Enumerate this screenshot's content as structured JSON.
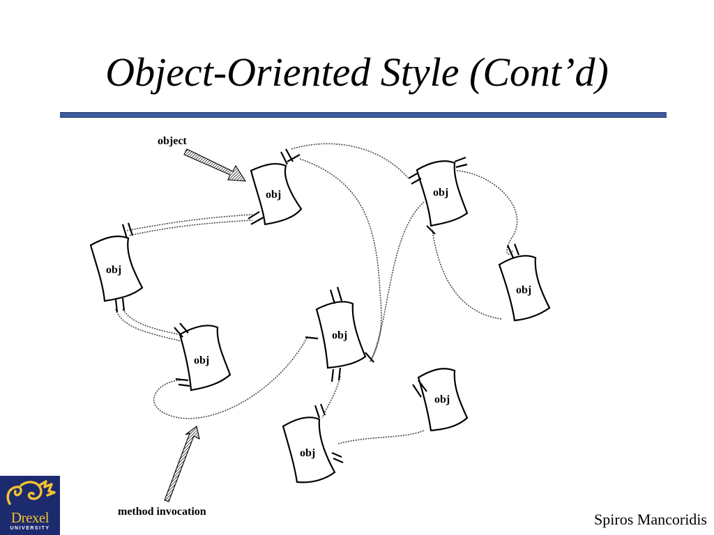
{
  "title": "Object-Oriented Style (Cont’d)",
  "diagram": {
    "object_label": "obj",
    "annotations": {
      "object": "object",
      "method_invocation": "method invocation"
    }
  },
  "footer": {
    "author": "Spiros Mancoridis",
    "logo_word": "Drexel",
    "logo_subtitle": "UNIVERSITY"
  },
  "colors": {
    "rule": "#3d5da0",
    "logo_background": "#1c2a6e",
    "logo_gold": "#f2c230"
  }
}
